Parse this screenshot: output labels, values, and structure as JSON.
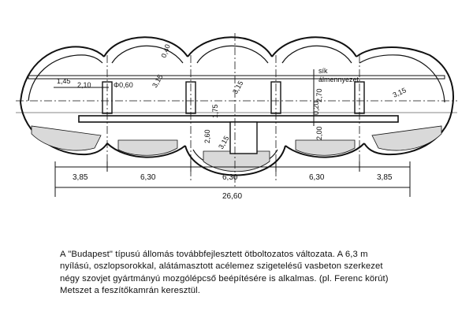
{
  "drawing": {
    "dims_top": {
      "d145": "1,45",
      "d210": "2,10",
      "phi060": "Φ0,60",
      "d040": "0,40",
      "r315_a": "3,15",
      "r315_b": "3,15",
      "r315_c": "3,15",
      "r315_d": "3,15",
      "d175": "1,75",
      "d260": "2,60",
      "d270": "2,70",
      "d020": "0,20",
      "d200": "2,00"
    },
    "level_label_line1": "sík",
    "level_label_line2": "álmennyezet",
    "bottom_dims": [
      "3,85",
      "6,30",
      "6,30",
      "6,30",
      "3,85"
    ],
    "total_width": "26,60"
  },
  "caption": {
    "line1": "A \"Budapest\" típusú állomás továbbfejlesztett ötboltozatos változata. A 6,3 m",
    "line2": "nyílású, oszlopsorokkal, alátámasztott acélemez szigetelésű vasbeton szerkezet",
    "line3": "négy szovjet gyártmányú mozgólépcső beépítésére is alkalmas. (pl. Ferenc körút)",
    "line4": "Metszet a feszítőkamrán keresztül."
  }
}
